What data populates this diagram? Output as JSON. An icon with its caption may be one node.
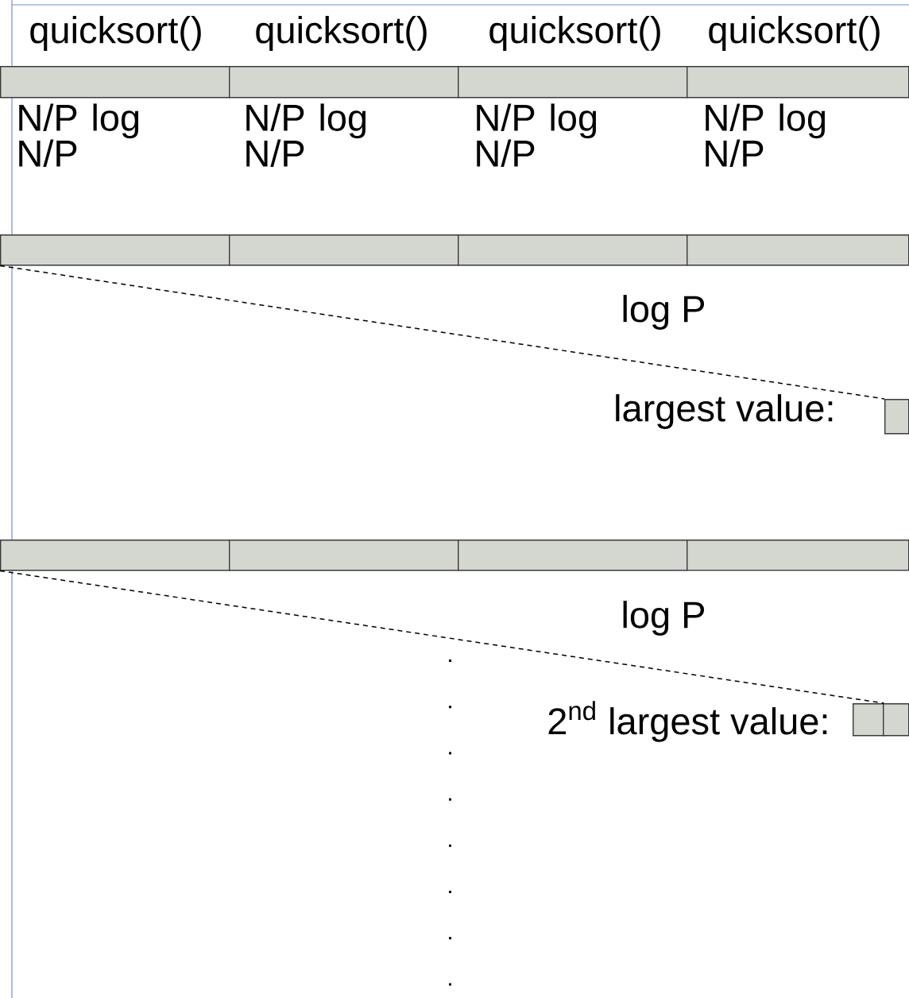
{
  "diagram": {
    "nodes": [
      {
        "text": [],
        "shape": "box"
      },
      {
        "text": [],
        "shape": "box"
      },
      {
        "text": [],
        "shape": "box"
      },
      {
        "text": [],
        "shape": "box"
      },
      {
        "text": [],
        "shape": "box"
      },
      {
        "text": [],
        "shape": "box"
      },
      {
        "text": [],
        "shape": "box"
      },
      {
        "text": [],
        "shape": "box"
      },
      {
        "text": [],
        "shape": "box"
      },
      {
        "text": [],
        "shape": "box"
      },
      {
        "text": [],
        "shape": "box"
      },
      {
        "text": [],
        "shape": "box"
      },
      {
        "text": [],
        "shape": "box"
      },
      {
        "text": [],
        "shape": "box"
      },
      {
        "text": [],
        "shape": "box"
      }
    ],
    "edges": [
      {
        "from": 4,
        "to": 12,
        "arrow": "none",
        "style": "dashed",
        "label": "log P"
      },
      {
        "from": 8,
        "to": 13,
        "arrow": "none",
        "style": "dashed",
        "label": "log P"
      }
    ],
    "labels": [
      "quicksort()",
      "quicksort()",
      "quicksort()",
      "quicksort()",
      "N/P log N/P",
      "N/P log N/P",
      "N/P log N/P",
      "N/P log N/P",
      "largest value:",
      "2$^{nd}$ largest value:"
    ]
  }
}
